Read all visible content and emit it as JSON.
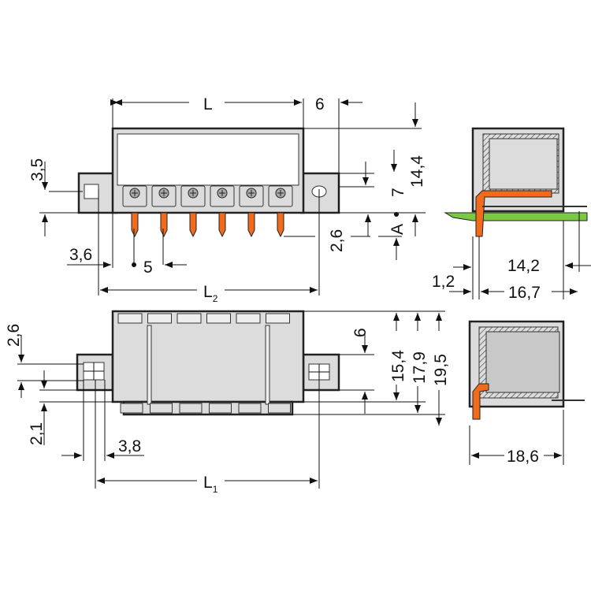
{
  "title": "Connector dimension drawing",
  "colors": {
    "housing": "#dcdcdc",
    "pin": "#f26a1b",
    "pcb": "#7ac943",
    "line": "#111111"
  },
  "front_view": {
    "dim_L": "L",
    "dim_6": "6",
    "dim_14_4": "14,4",
    "dim_7": "7",
    "dim_A": "A",
    "dim_2_6": "2,6",
    "dim_3_5": "3,5",
    "dim_3_6": "3,6",
    "dim_5": "5",
    "dim_L2": "L",
    "dim_L2_sub": "2",
    "terminal_count": 6
  },
  "side_view_top": {
    "dim_1_2": "1,2",
    "dim_14_2": "14,2",
    "dim_16_7": "16,7"
  },
  "bottom_view": {
    "dim_2_6": "2,6",
    "dim_2_1": "2,1",
    "dim_3_8": "3,8",
    "dim_6": "6",
    "dim_15_4": "15,4",
    "dim_17_9": "17,9",
    "dim_19_5": "19,5",
    "dim_L1": "L",
    "dim_L1_sub": "1"
  },
  "side_view_bottom": {
    "dim_18_6": "18,6"
  }
}
